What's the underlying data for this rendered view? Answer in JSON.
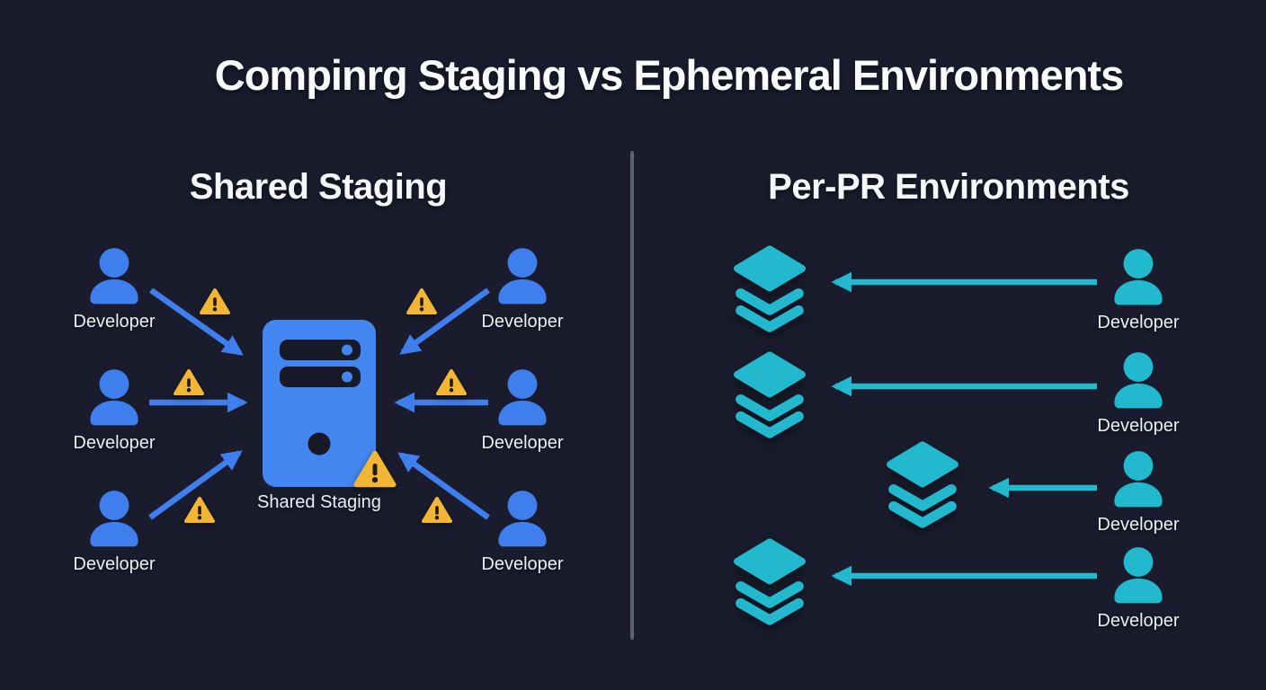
{
  "title": "Compinrg Staging vs Ephemeral Environments",
  "colors": {
    "background": "#1a1b2c",
    "blue": "#3e7fed",
    "teal": "#22b8ce",
    "warning_yellow": "#f2b636",
    "text": "#eceef3",
    "divider": "#5a6172"
  },
  "icons": {
    "developer": "person-icon",
    "staging_server": "server-icon",
    "risk": "warning-triangle-icon",
    "ephemeral_environment": "layers-stack-icon",
    "deploy_flow": "arrow-icon"
  },
  "left_panel": {
    "heading": "Shared Staging",
    "server_label": "Shared Staging",
    "developers": [
      {
        "label": "Developer"
      },
      {
        "label": "Developer"
      },
      {
        "label": "Developer"
      },
      {
        "label": "Developer"
      },
      {
        "label": "Developer"
      },
      {
        "label": "Developer"
      }
    ],
    "warning_count": 7
  },
  "right_panel": {
    "heading": "Per-PR Environments",
    "rows": [
      {
        "developer_label": "Developer"
      },
      {
        "developer_label": "Developer"
      },
      {
        "developer_label": "Developer"
      },
      {
        "developer_label": "Developer"
      }
    ]
  }
}
